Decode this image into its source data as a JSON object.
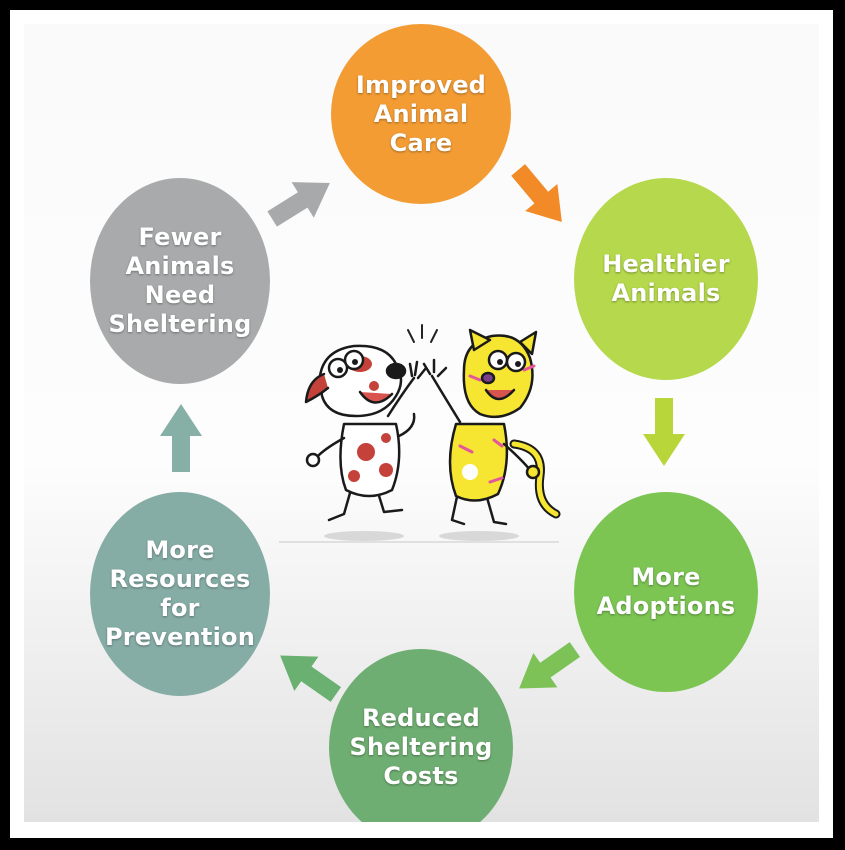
{
  "diagram": {
    "type": "cycle",
    "nodes": [
      {
        "id": "improved-animal-care",
        "label": "Improved\nAnimal\nCare",
        "color": "#f39c34"
      },
      {
        "id": "healthier-animals",
        "label": "Healthier\nAnimals",
        "color": "#b5d84c"
      },
      {
        "id": "more-adoptions",
        "label": "More\nAdoptions",
        "color": "#7cc553"
      },
      {
        "id": "reduced-sheltering-costs",
        "label": "Reduced\nSheltering\nCosts",
        "color": "#6fae72"
      },
      {
        "id": "more-resources-for-prevention",
        "label": "More\nResources\nfor\nPrevention",
        "color": "#86aca6"
      },
      {
        "id": "fewer-animals-need-sheltering",
        "label": "Fewer\nAnimals\nNeed\nSheltering",
        "color": "#a8aaab"
      }
    ],
    "arrows": [
      {
        "from": "improved-animal-care",
        "to": "healthier-animals",
        "color": "#f28a28"
      },
      {
        "from": "healthier-animals",
        "to": "more-adoptions",
        "color": "#b8d53a"
      },
      {
        "from": "more-adoptions",
        "to": "reduced-sheltering-costs",
        "color": "#7cc257"
      },
      {
        "from": "reduced-sheltering-costs",
        "to": "more-resources-for-prevention",
        "color": "#6ab071"
      },
      {
        "from": "more-resources-for-prevention",
        "to": "fewer-animals-need-sheltering",
        "color": "#86b0a6"
      },
      {
        "from": "fewer-animals-need-sheltering",
        "to": "improved-animal-care",
        "color": "#a7a9aa"
      }
    ],
    "illustration": {
      "description": "cartoon-dog-and-cat-high-five",
      "dog_colors": {
        "body": "#ffffff",
        "spots": "#c4423a",
        "outline": "#1a1a1a"
      },
      "cat_colors": {
        "body": "#f6e531",
        "stripes": "#e4569c",
        "outline": "#1a1a1a"
      }
    }
  }
}
